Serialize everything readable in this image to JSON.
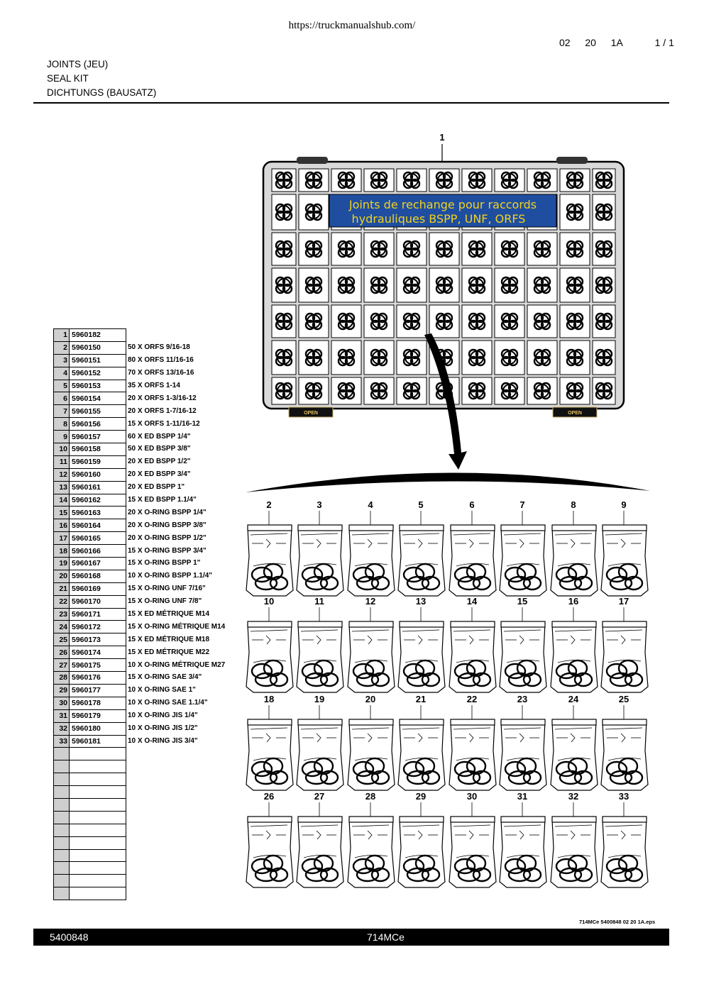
{
  "header": {
    "url": "https://truckmanualshub.com/",
    "page_ref": [
      "02",
      "20",
      "1A"
    ],
    "page_count": "1 / 1",
    "titles": [
      "JOINTS (JEU)",
      "SEAL KIT",
      "DICHTUNGS (BAUSATZ)"
    ]
  },
  "illustration": {
    "item_label": "1",
    "banner_line1": "Joints de rechange pour raccords",
    "banner_line2": "hydrauliques BSPP, UNF, ORFS",
    "latch_left": "OPEN",
    "latch_right": "OPEN",
    "bag_numbers": [
      "2",
      "3",
      "4",
      "5",
      "6",
      "7",
      "8",
      "9",
      "10",
      "11",
      "12",
      "13",
      "14",
      "15",
      "16",
      "17",
      "18",
      "19",
      "20",
      "21",
      "22",
      "23",
      "24",
      "25",
      "26",
      "27",
      "28",
      "29",
      "30",
      "31",
      "32",
      "33"
    ],
    "file_ref": "714MCe 5400848 02 20 1A.eps"
  },
  "parts": [
    {
      "n": "1",
      "ref": "5960182",
      "desc": ""
    },
    {
      "n": "2",
      "ref": "5960150",
      "desc": "50 X ORFS 9/16-18"
    },
    {
      "n": "3",
      "ref": "5960151",
      "desc": "80 X ORFS 11/16-16"
    },
    {
      "n": "4",
      "ref": "5960152",
      "desc": "70 X ORFS 13/16-16"
    },
    {
      "n": "5",
      "ref": "5960153",
      "desc": "35 X ORFS 1-14"
    },
    {
      "n": "6",
      "ref": "5960154",
      "desc": "20 X ORFS 1-3/16-12"
    },
    {
      "n": "7",
      "ref": "5960155",
      "desc": "20 X ORFS 1-7/16-12"
    },
    {
      "n": "8",
      "ref": "5960156",
      "desc": "15 X ORFS 1-11/16-12"
    },
    {
      "n": "9",
      "ref": "5960157",
      "desc": "60 X ED BSPP 1/4\""
    },
    {
      "n": "10",
      "ref": "5960158",
      "desc": "50 X ED BSPP 3/8\""
    },
    {
      "n": "11",
      "ref": "5960159",
      "desc": "20 X ED BSPP 1/2\""
    },
    {
      "n": "12",
      "ref": "5960160",
      "desc": "20 X ED BSPP 3/4\""
    },
    {
      "n": "13",
      "ref": "5960161",
      "desc": "20 X ED BSPP 1\""
    },
    {
      "n": "14",
      "ref": "5960162",
      "desc": "15 X ED BSPP 1.1/4\""
    },
    {
      "n": "15",
      "ref": "5960163",
      "desc": "20 X O-RING BSPP 1/4\""
    },
    {
      "n": "16",
      "ref": "5960164",
      "desc": "20 X O-RING BSPP 3/8\""
    },
    {
      "n": "17",
      "ref": "5960165",
      "desc": "20 X O-RING BSPP 1/2\""
    },
    {
      "n": "18",
      "ref": "5960166",
      "desc": "15 X O-RING BSPP 3/4\""
    },
    {
      "n": "19",
      "ref": "5960167",
      "desc": "15 X O-RING BSPP 1\""
    },
    {
      "n": "20",
      "ref": "5960168",
      "desc": "10 X O-RING BSPP 1.1/4\""
    },
    {
      "n": "21",
      "ref": "5960169",
      "desc": "15 X O-RING UNF 7/16\""
    },
    {
      "n": "22",
      "ref": "5960170",
      "desc": "15 X O-RING UNF 7/8\""
    },
    {
      "n": "23",
      "ref": "5960171",
      "desc": "15 X ED MÉTRIQUE M14"
    },
    {
      "n": "24",
      "ref": "5960172",
      "desc": "15 X O-RING MÉTRIQUE M14"
    },
    {
      "n": "25",
      "ref": "5960173",
      "desc": "15 X ED MÉTRIQUE M18"
    },
    {
      "n": "26",
      "ref": "5960174",
      "desc": "15 X ED MÉTRIQUE M22"
    },
    {
      "n": "27",
      "ref": "5960175",
      "desc": "10 X O-RING MÉTRIQUE M27"
    },
    {
      "n": "28",
      "ref": "5960176",
      "desc": "15 X O-RING SAE 3/4\""
    },
    {
      "n": "29",
      "ref": "5960177",
      "desc": "10 X O-RING SAE 1\""
    },
    {
      "n": "30",
      "ref": "5960178",
      "desc": "10 X O-RING SAE 1.1/4\""
    },
    {
      "n": "31",
      "ref": "5960179",
      "desc": "10 X O-RING JIS 1/4\""
    },
    {
      "n": "32",
      "ref": "5960180",
      "desc": "10 X O-RING JIS 1/2\""
    },
    {
      "n": "33",
      "ref": "5960181",
      "desc": "10 X O-RING JIS 3/4\""
    }
  ],
  "footer": {
    "doc_number": "5400848",
    "model": "714MCe"
  }
}
